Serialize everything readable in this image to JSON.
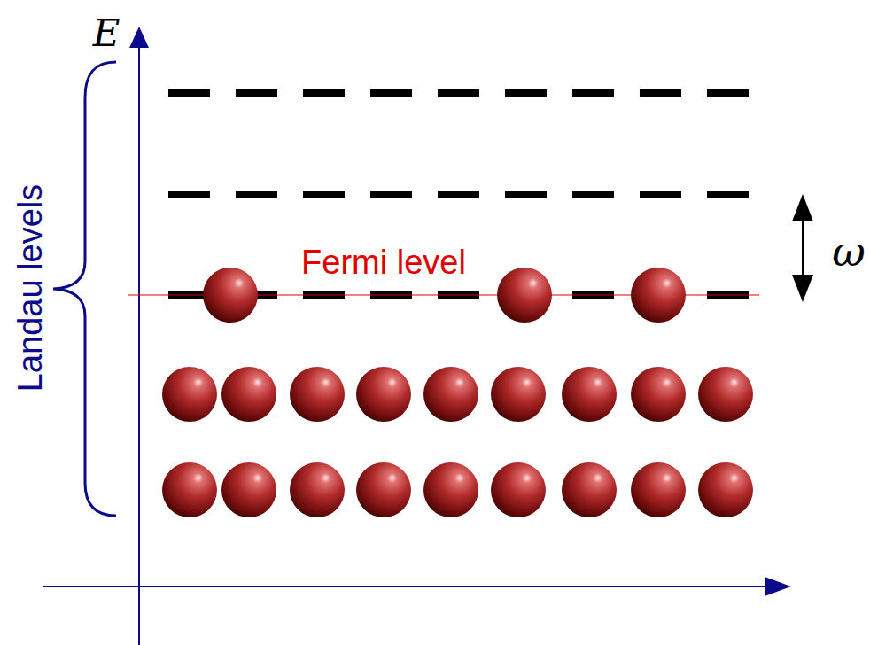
{
  "diagram": {
    "labels": [
      "E",
      "Landau levels",
      "Fermi level",
      "ω"
    ]
  }
}
